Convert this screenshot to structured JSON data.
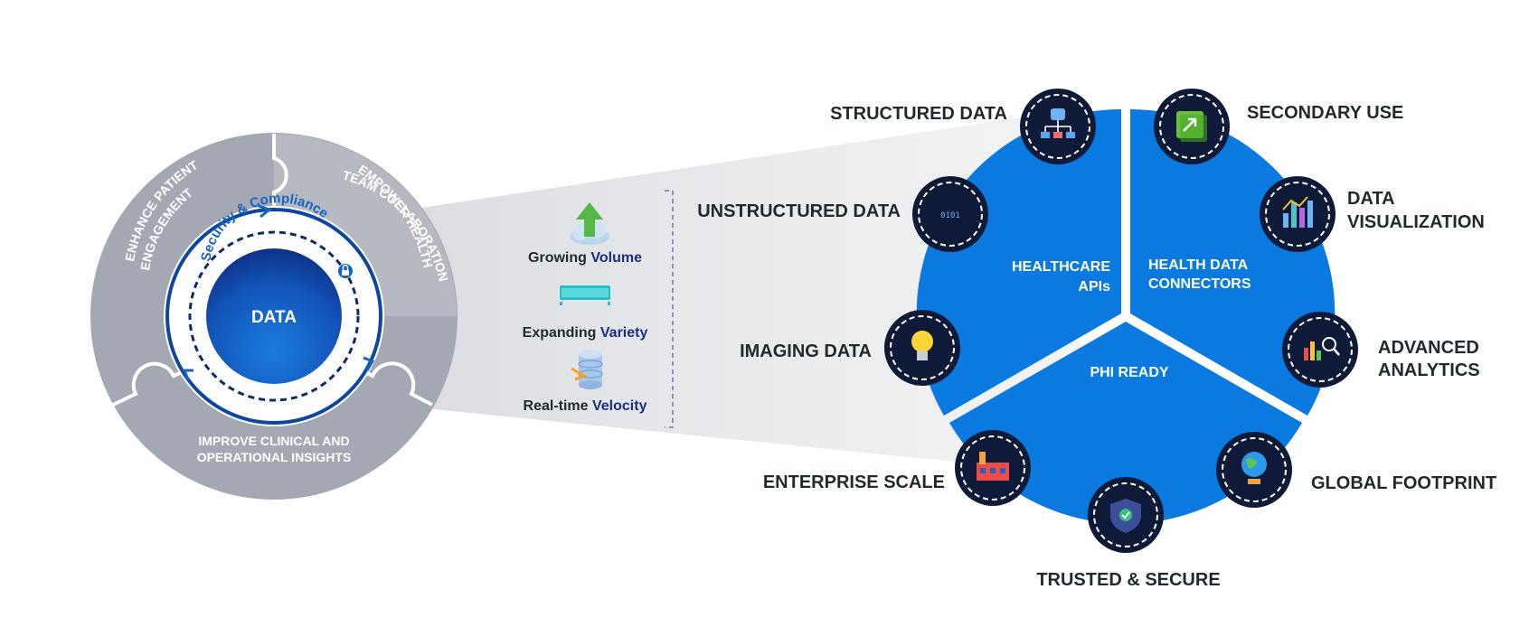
{
  "left_wheel": {
    "center_label": "DATA",
    "ring_label": "Security & Compliance",
    "segments": {
      "patient_line1": "ENHANCE PATIENT",
      "patient_line2": "ENGAGEMENT",
      "team_line1": "EMPOWER HEALTH",
      "team_line2": "TEAM COLLABORATION",
      "insights_line1": "IMPROVE CLINICAL AND",
      "insights_line2": "OPERATIONAL INSIGHTS"
    }
  },
  "data_traits": [
    {
      "prefix": "Growing ",
      "emphasis": "Volume",
      "icon": "cloud-arrow-icon"
    },
    {
      "prefix": "Expanding ",
      "emphasis": "Variety",
      "icon": "layers-icon"
    },
    {
      "prefix": "Real-time ",
      "emphasis": "Velocity",
      "icon": "database-icon"
    }
  ],
  "pie": {
    "apis_line1": "HEALTHCARE",
    "apis_line2": "APIs",
    "connectors_line1": "HEALTH DATA",
    "connectors_line2": "CONNECTORS",
    "phi": "PHI READY"
  },
  "capabilities": {
    "structured": "STRUCTURED DATA",
    "unstructured": "UNSTRUCTURED DATA",
    "imaging": "IMAGING DATA",
    "enterprise": "ENTERPRISE SCALE",
    "trusted": "TRUSTED & SECURE",
    "global": "GLOBAL FOOTPRINT",
    "analytics_line1": "ADVANCED",
    "analytics_line2": "ANALYTICS",
    "visualization_line1": "DATA",
    "visualization_line2": "VISUALIZATION",
    "secondary": "SECONDARY USE"
  },
  "colors": {
    "pie_blue": "#0a79e0",
    "wheel_gray": "#a4a8b2",
    "navy": "#0b1a45",
    "emphasis_navy": "#1b2f80",
    "icon_bg": "#0f1a38"
  }
}
